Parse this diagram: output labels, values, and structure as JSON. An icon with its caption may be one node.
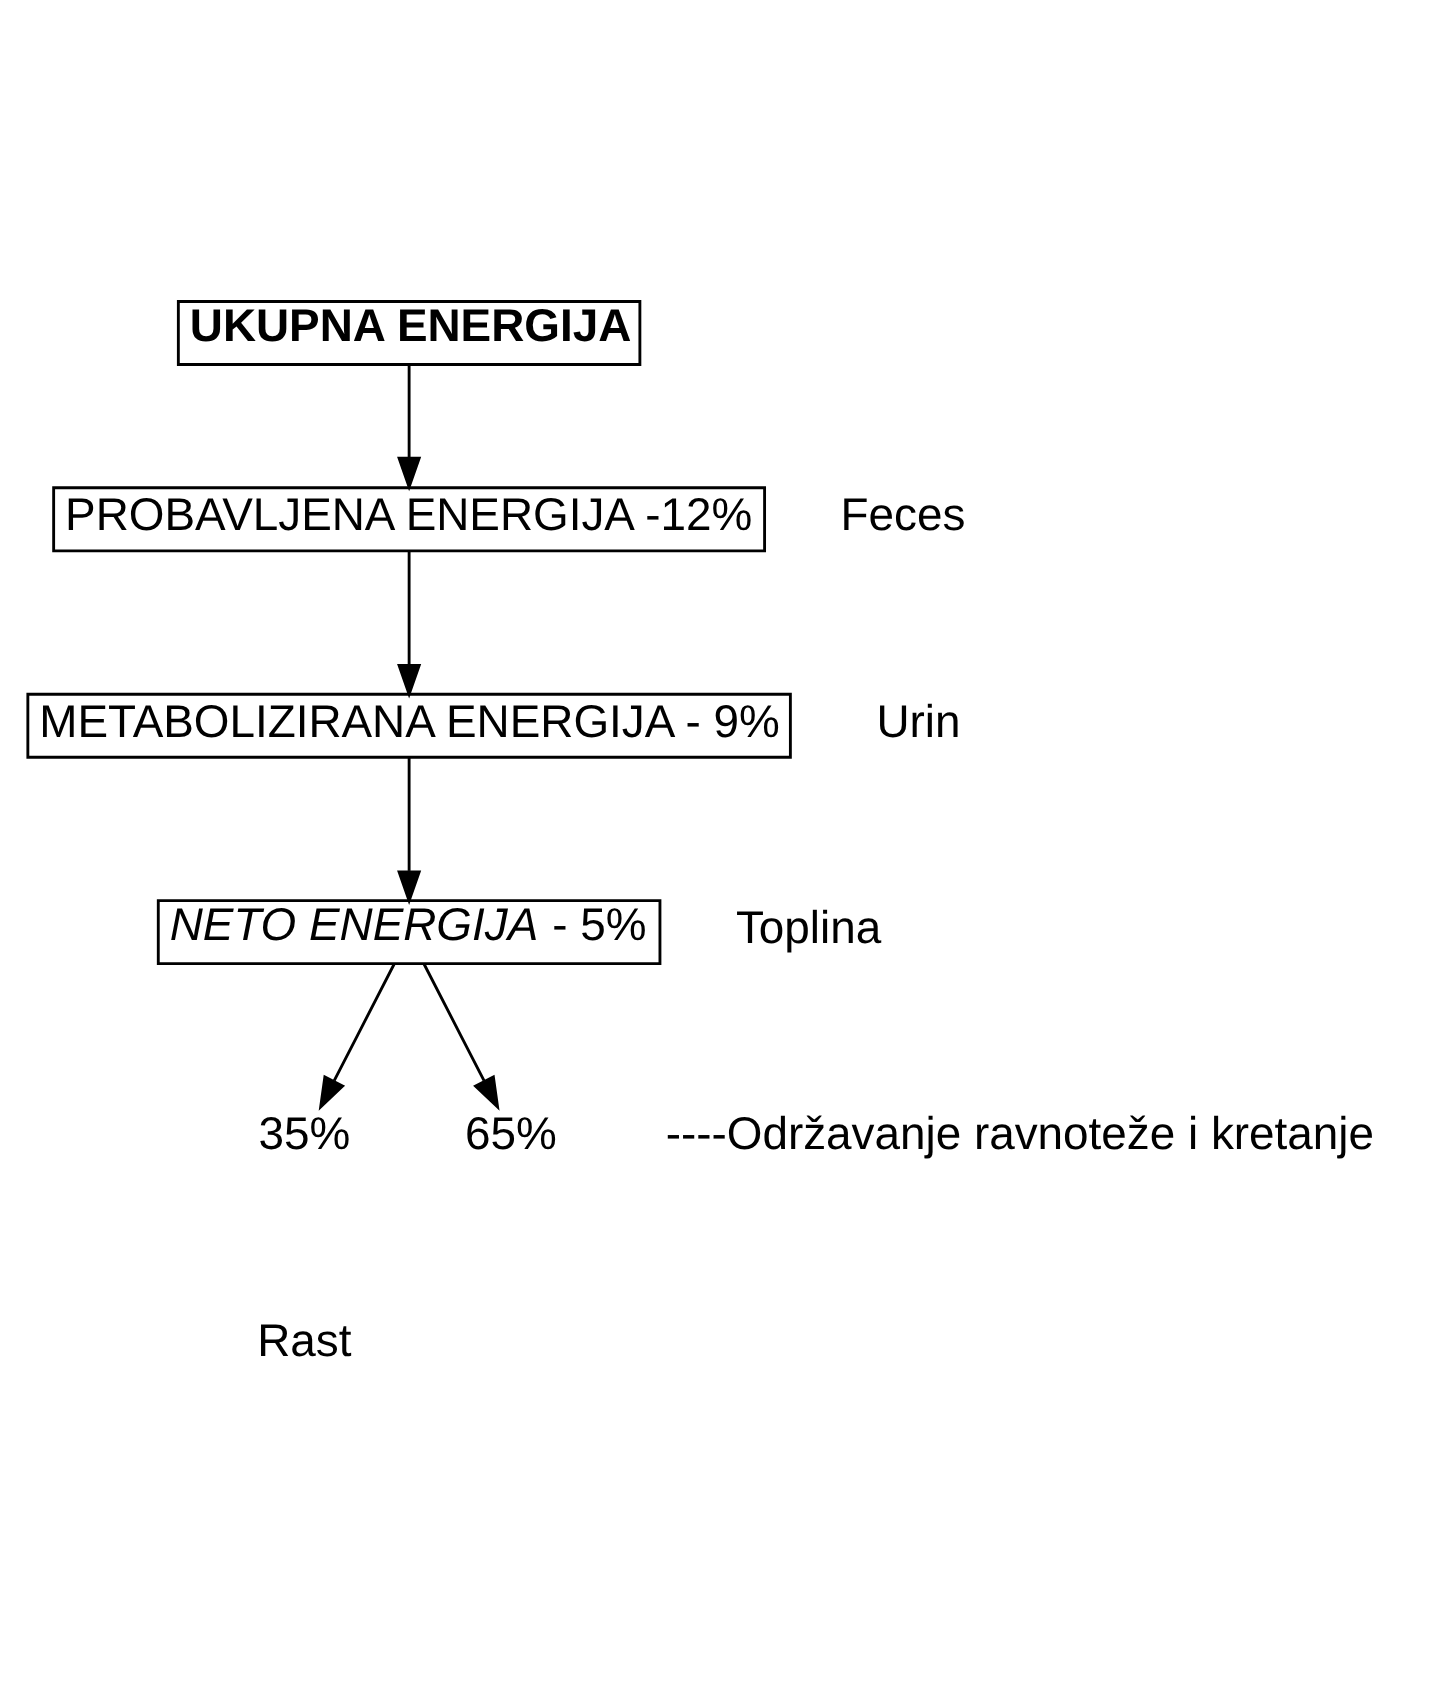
{
  "diagram": {
    "nodes": [
      {
        "text": [
          "UKUPNA ENERGIJA"
        ]
      },
      {
        "text": [
          "PROBAVLJENA ENERGIJA -12%"
        ],
        "beside": [
          "Feces"
        ]
      },
      {
        "text": [
          "METABOLIZIRANA ENERGIJA - 9%"
        ],
        "beside": [
          "Urin"
        ]
      },
      {
        "text": [
          "*NETO ENERGIJA* - 5%"
        ],
        "beside": [
          "Toplina"
        ]
      },
      {
        "text": [
          "35%"
        ],
        "beside": [
          "Rast"
        ]
      },
      {
        "text": [
          "65%"
        ],
        "beside": [
          "----Održavanje ravnoteže i kretanje"
        ]
      }
    ],
    "edges": [
      {
        "from": 0,
        "to": 1,
        "arrow": "to"
      },
      {
        "from": 1,
        "to": 2,
        "arrow": "to"
      },
      {
        "from": 2,
        "to": 3,
        "arrow": "to"
      },
      {
        "from": 3,
        "to": 4,
        "arrow": "to"
      },
      {
        "from": 3,
        "to": 5,
        "arrow": "to"
      }
    ]
  }
}
